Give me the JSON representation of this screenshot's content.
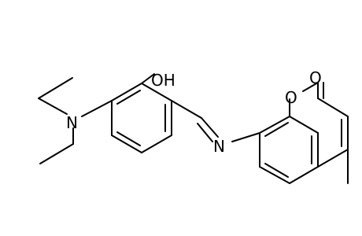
{
  "atoms": {
    "hydroxyl": "OH",
    "amine_nitrogen": "N",
    "imine_nitrogen": "N",
    "ring_oxygen": "O",
    "carbonyl_oxygen": "O"
  },
  "colors": {
    "background": "#ffffff",
    "ink": "#000000"
  }
}
